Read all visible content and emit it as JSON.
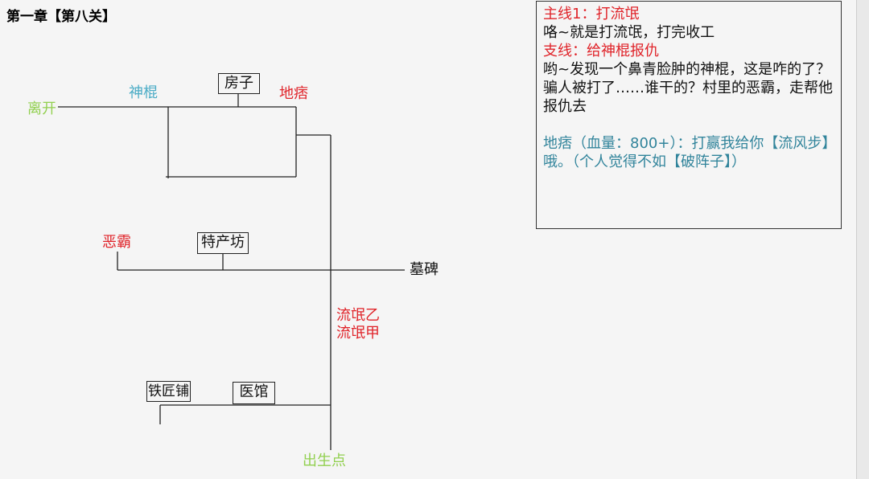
{
  "title": "第一章【第八关】",
  "map": {
    "nodes": {
      "leave": "离开",
      "shengun": "神棍",
      "house": "房子",
      "dipi": "地痞",
      "eba": "恶霸",
      "shop": "特产坊",
      "tomb": "墓碑",
      "thug_b": "流氓乙",
      "thug_a": "流氓甲",
      "smith": "铁匠铺",
      "clinic": "医馆",
      "spawn": "出生点"
    }
  },
  "panel": {
    "main_title": "主线1：打流氓",
    "main_desc": "咯~就是打流氓，打完收工",
    "side_title": "支线：给神棍报仇",
    "side_desc": "哟~发现一个鼻青脸肿的神棍，这是咋的了？骗人被打了……谁干的？村里的恶霸，走帮他报仇去",
    "boss_desc": "地痞（血量：800+）：打赢我给你【流风步】哦。（个人觉得不如【破阵子】）"
  },
  "colors": {
    "green": "#92d050",
    "blue": "#4bacc6",
    "red": "#e0242a",
    "teal": "#31849b"
  }
}
